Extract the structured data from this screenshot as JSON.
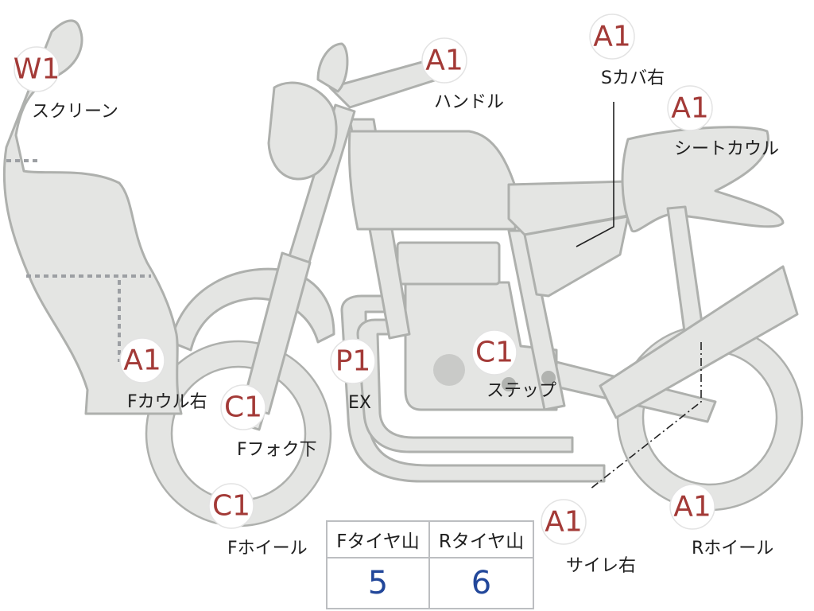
{
  "parts": [
    {
      "code": "W1",
      "label": "スクリーン"
    },
    {
      "code": "A1",
      "label": "ハンドル"
    },
    {
      "code": "A1",
      "label": "Sカバ右"
    },
    {
      "code": "A1",
      "label": "シートカウル"
    },
    {
      "code": "A1",
      "label": "Fカウル右"
    },
    {
      "code": "C1",
      "label": "Fフォク下"
    },
    {
      "code": "P1",
      "label": "EX"
    },
    {
      "code": "C1",
      "label": "ステップ"
    },
    {
      "code": "C1",
      "label": "Fホイール"
    },
    {
      "code": "A1",
      "label": "サイレ右"
    },
    {
      "code": "A1",
      "label": "Rホイール"
    }
  ],
  "tread_table": {
    "headers": [
      "Fタイヤ山",
      "Rタイヤ山"
    ],
    "values": [
      "5",
      "6"
    ]
  },
  "colors": {
    "code_red": "#a33a37",
    "value_blue": "#22479a",
    "bike_fill": "#e4e5e3",
    "bike_outline": "#aeb0ad"
  }
}
